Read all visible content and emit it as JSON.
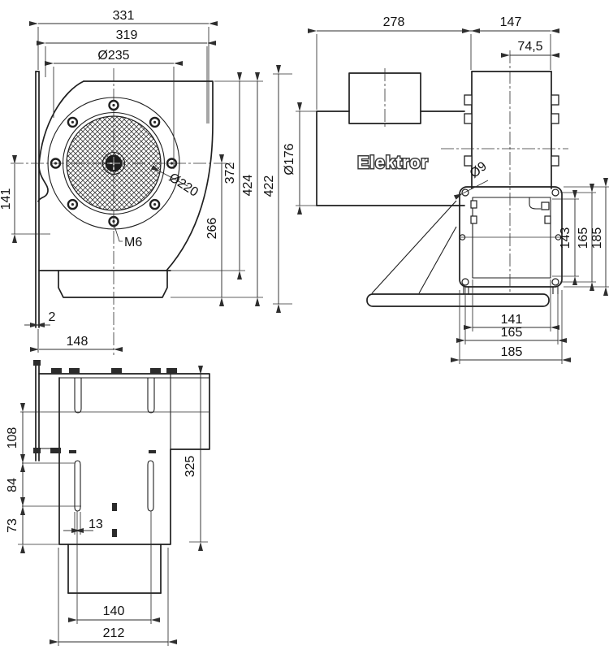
{
  "front_view": {
    "dim_width_total": "331",
    "dim_width_housing": "319",
    "dim_inlet_ring_dia": "Ø235",
    "dim_bolt_circle_dia": "Ø220",
    "dim_center_height_left": "141",
    "dim_center_to_base": "266",
    "dim_housing_height": "372",
    "dim_total_height": "424",
    "thread_label": "M6",
    "dim_flange_thickness": "2",
    "dim_flange_to_center": "148"
  },
  "side_view": {
    "brand": "Elektror",
    "dim_depth_motor_side": "278",
    "dim_depth_housing": "147",
    "dim_flange_center_offset": "74,5",
    "dim_motor_dia": "Ø176",
    "dim_total_height": "422",
    "hole_label": "Ø9",
    "dim_outlet_inner_height": "143",
    "dim_outlet_bolt_height": "165",
    "dim_outlet_outer_height": "185",
    "dim_outlet_inner_width": "141",
    "dim_outlet_bolt_width": "165",
    "dim_outlet_outer_width": "185"
  },
  "bottom_view": {
    "dim_slot_row_gap": "108",
    "dim_slot_length": "84",
    "dim_slot_to_edge": "73",
    "dim_slot_width": "13",
    "dim_plate_length": "325",
    "dim_foot_hole_spacing": "140",
    "dim_plate_width": "212"
  }
}
